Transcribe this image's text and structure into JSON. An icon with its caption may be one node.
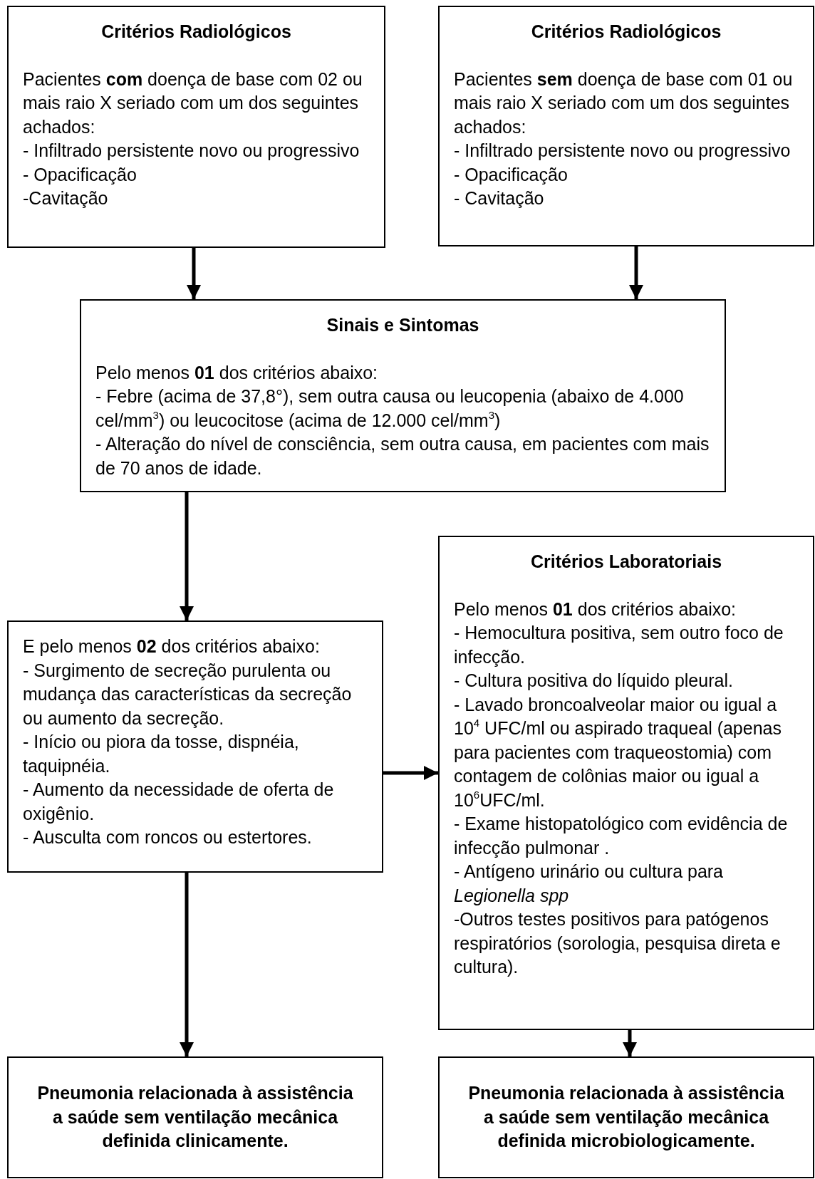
{
  "diagram": {
    "nodes": [
      {
        "text": [
          "Critérios Radiológicos",
          "Pacientes **com** doença de base com 02 ou mais raio X seriado com um dos seguintes achados:",
          "- Infiltrado persistente novo ou progressivo",
          "- Opacificação",
          "-Cavitação"
        ]
      },
      {
        "text": [
          "Critérios Radiológicos",
          "Pacientes **sem** doença de base com 01 ou mais raio X seriado com um dos seguintes achados:",
          "- Infiltrado persistente novo ou progressivo",
          "- Opacificação",
          "- Cavitação"
        ]
      },
      {
        "text": [
          "Sinais e Sintomas",
          "Pelo menos **01** dos critérios abaixo:",
          "- Febre (acima de 37,8°), sem outra causa ou leucopenia (abaixo de 4.000 cel/mm$^{3}$) ou leucocitose (acima de 12.000 cel/mm$^{3}$)",
          "- Alteração do nível de consciência, sem outra causa, em pacientes com mais de 70 anos de idade."
        ]
      },
      {
        "text": [
          "E pelo menos **02** dos critérios abaixo:",
          "- Surgimento de secreção purulenta ou mudança das características da secreção ou aumento da secreção.",
          "- Início ou piora da tosse, dispnéia, taquipnéia.",
          "- Aumento da necessidade de oferta de oxigênio.",
          "- Ausculta com roncos ou estertores."
        ]
      },
      {
        "text": [
          "Critérios Laboratoriais",
          "Pelo menos **01** dos critérios abaixo:",
          "- Hemocultura positiva, sem outro foco de infecção.",
          "- Cultura positiva do líquido pleural.",
          "- Lavado broncoalveolar maior ou igual a 10$^{4}$ UFC/ml ou aspirado traqueal (apenas para pacientes com traqueostomia) com contagem de colônias maior ou igual a 10$^{6}$UFC/ml.",
          "- Exame histopatológico com evidência de infecção pulmonar .",
          "- Antígeno urinário ou cultura para *Legionella spp*",
          "-Outros testes positivos para patógenos respiratórios (sorologia, pesquisa direta e cultura)."
        ]
      },
      {
        "text": [
          "Pneumonia relacionada à assistência a saúde sem ventilação mecânica definida clinicamente."
        ]
      },
      {
        "text": [
          "Pneumonia relacionada à assistência a saúde sem ventilação mecânica definida microbiologicamente."
        ]
      }
    ],
    "edges": [
      {
        "from": 0,
        "to": 2,
        "arrow": "to"
      },
      {
        "from": 1,
        "to": 2,
        "arrow": "to"
      },
      {
        "from": 2,
        "to": 3,
        "arrow": "to"
      },
      {
        "from": 3,
        "to": 4,
        "arrow": "to"
      },
      {
        "from": 3,
        "to": 5,
        "arrow": "to"
      },
      {
        "from": 4,
        "to": 6,
        "arrow": "to"
      }
    ]
  }
}
